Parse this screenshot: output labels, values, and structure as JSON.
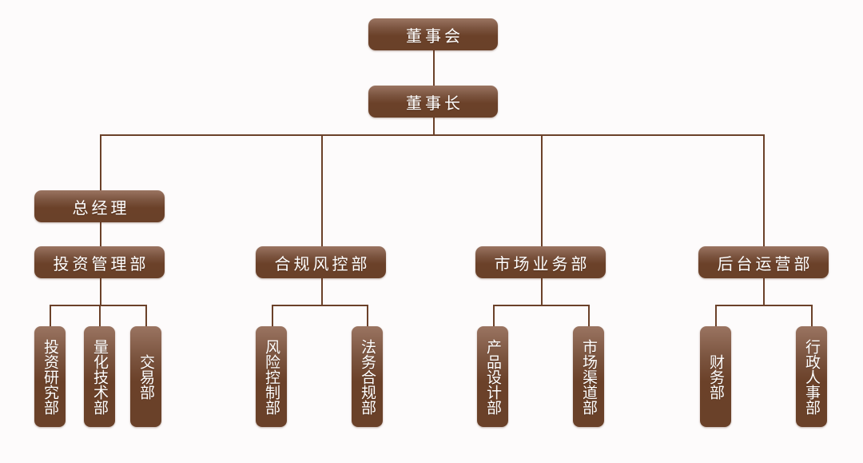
{
  "org_chart": {
    "board": "董事会",
    "chairman": "董事长",
    "general_manager": "总经理",
    "departments": [
      {
        "name": "投资管理部",
        "sub_units": [
          "投资研究部",
          "量化技术部",
          "交易部"
        ]
      },
      {
        "name": "合规风控部",
        "sub_units": [
          "风险控制部",
          "法务合规部"
        ]
      },
      {
        "name": "市场业务部",
        "sub_units": [
          "产品设计部",
          "市场渠道部"
        ]
      },
      {
        "name": "后台运营部",
        "sub_units": [
          "财务部",
          "行政人事部"
        ]
      }
    ]
  },
  "colors": {
    "box": "#6b4129",
    "box_highlight": "#9a7461",
    "line": "#6b4129",
    "text": "#ffffff",
    "background": "#fdfbfb"
  }
}
